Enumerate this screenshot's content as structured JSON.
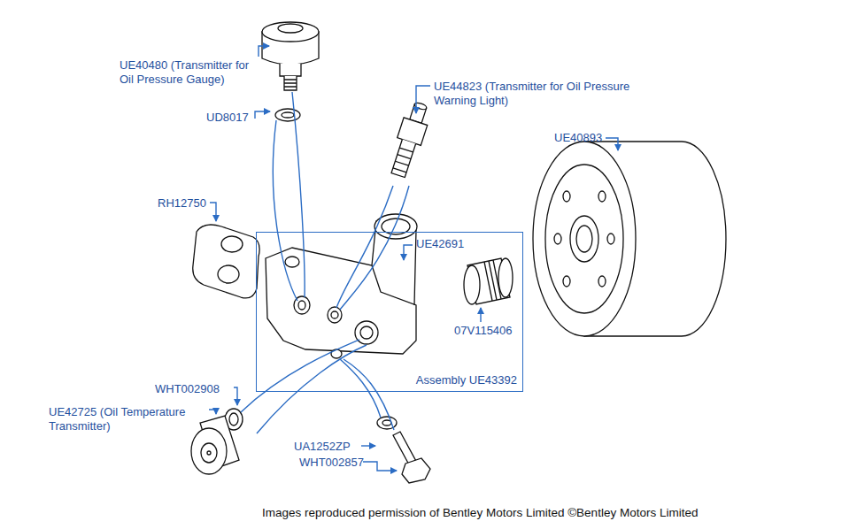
{
  "diagram": {
    "caption": "Images reproduced permission of Bentley Motors Limited ©Bentley Motors Limited",
    "nodes": [
      {
        "text": [
          "Assembly UE43392"
        ]
      }
    ],
    "labels": [
      "UE40480 (Transmitter for Oil Pressure Gauge)",
      "UD8017",
      "UE44823 (Transmitter for Oil Pressure Warning Light)",
      "UE40893",
      "RH12750",
      "UE42691",
      "07V115406",
      "WHT002908",
      "UE42725 (Oil Temperature Transmitter)",
      "UA1252ZP",
      "WHT002857"
    ]
  }
}
